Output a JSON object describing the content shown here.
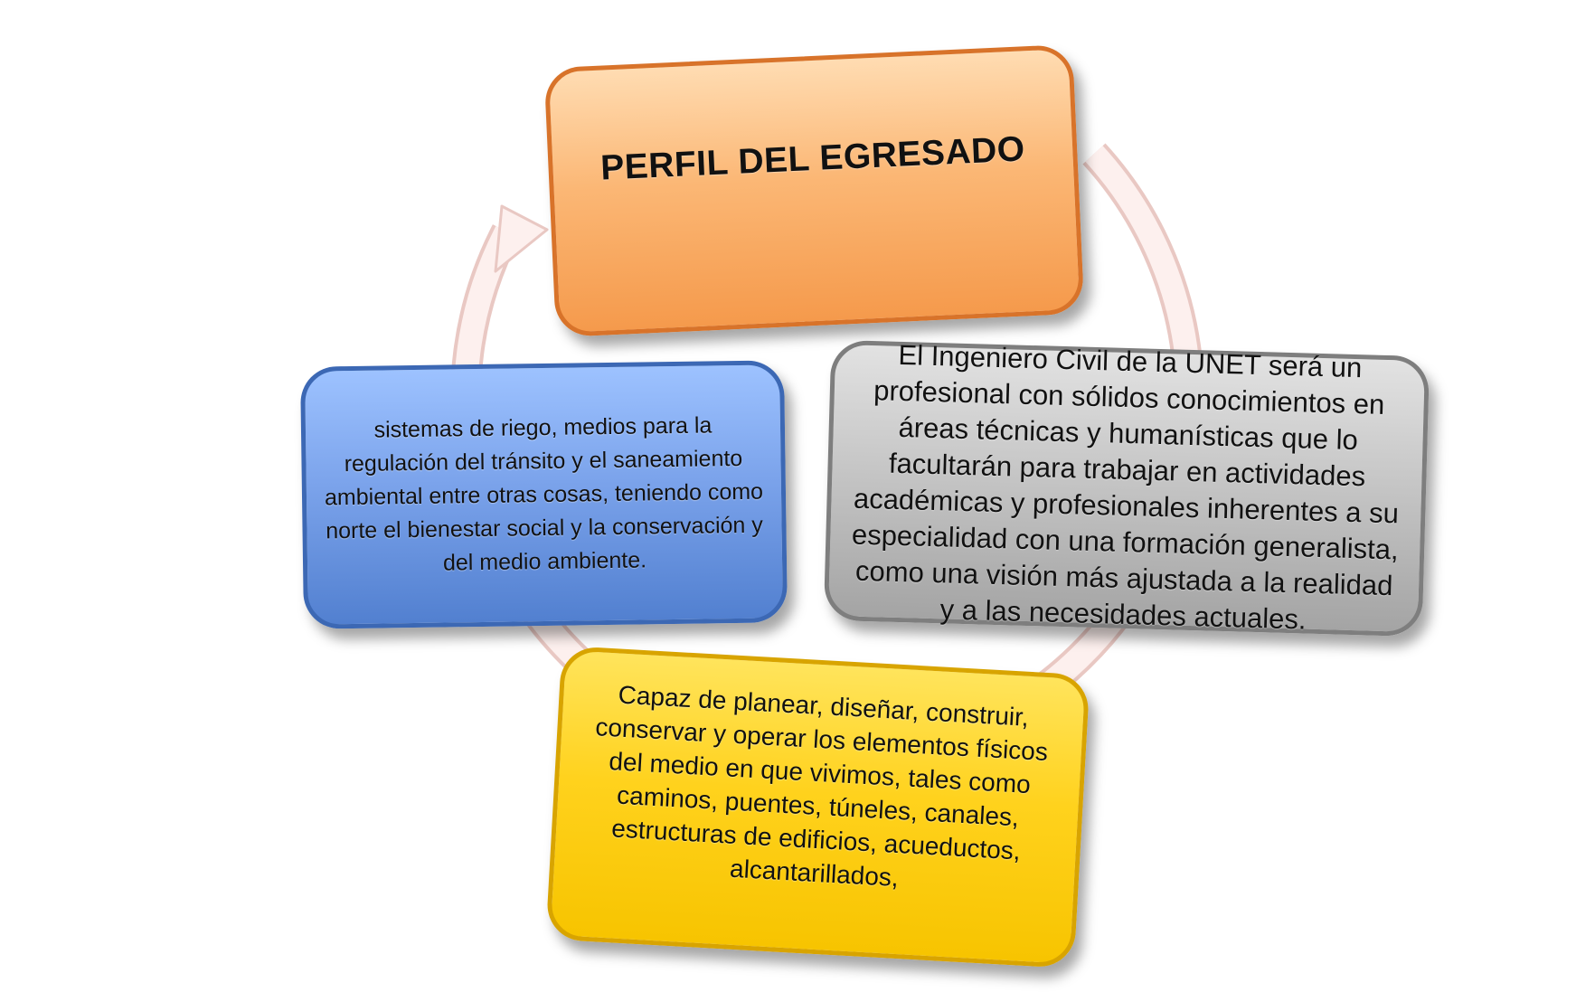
{
  "diagram": {
    "title": "PERFIL DEL EGRESADO",
    "gray_box_text": "El Ingeniero Civil de la UNET será un profesional con sólidos conocimientos en áreas técnicas y humanísticas que lo facultarán para trabajar en actividades académicas y profesionales inherentes a su especialidad con una formación generalista, como una visión más ajustada a la realidad y a las necesidades actuales.",
    "yellow_box_text": "Capaz de planear, diseñar, construir, conservar y operar los elementos físicos del medio en que vivimos, tales como caminos, puentes, túneles, canales, estructuras de edificios, acueductos, alcantarillados,",
    "blue_box_text": "sistemas de riego, medios para la regulación del tránsito y el saneamiento ambiental entre otras cosas, teniendo como norte el bienestar social y la conservación y del medio ambiente.",
    "colors": {
      "orange": "#f9a95f",
      "gray": "#bdbdbd",
      "yellow": "#ffcc00",
      "blue": "#6f9be5",
      "ring": "#fbe3df"
    }
  }
}
